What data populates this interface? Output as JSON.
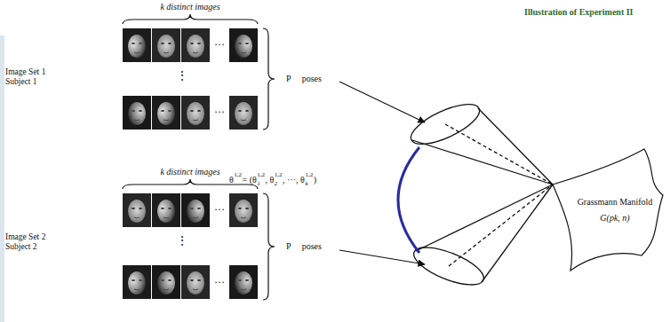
{
  "diagram": {
    "title": "Illustration of Experiment II",
    "nodes": [
      {
        "text": [
          "Grassmann Manifold",
          "G(pk, n)"
        ]
      }
    ],
    "labels": [
      "k distinct images",
      "Image Set 1 Subject 1",
      "⋮",
      "···",
      "···",
      "P poses",
      "k distinct images",
      "Image Set 2 Subject 2",
      "⋮",
      "···",
      "···",
      "P poses",
      "θ",
      "1,2",
      "= (θ",
      "1",
      "1,2",
      ", θ",
      "2",
      "1,2",
      ", ···, θ",
      "k",
      "1,2",
      ")"
    ]
  }
}
